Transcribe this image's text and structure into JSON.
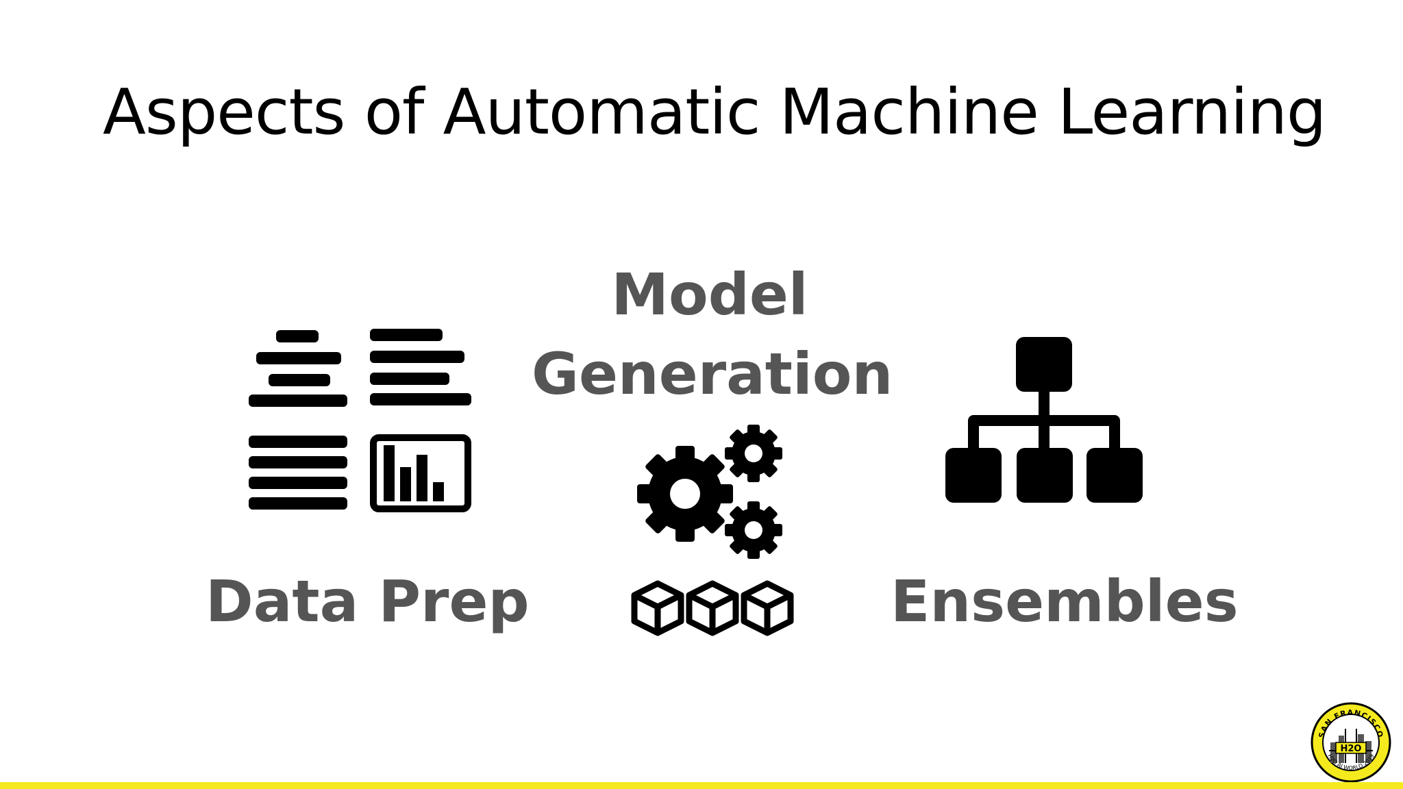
{
  "slide": {
    "title": "Aspects of Automatic Machine Learning",
    "items": [
      {
        "label": "Data Prep",
        "icon": "data-table-chart-icon"
      },
      {
        "label": "Model Generation",
        "icon": "gears-cubes-icon"
      },
      {
        "label": "Ensembles",
        "icon": "hierarchy-tree-icon"
      }
    ]
  },
  "badge": {
    "icon": "h2o-ai-world-san-francisco-logo",
    "top_text": "SAN FRANCISCO",
    "center_text": "H2O",
    "bottom_text": "H2O AI WORLD 2019"
  },
  "colors": {
    "title": "#000000",
    "label": "#555555",
    "icon": "#000000",
    "accent_bar": "#f4ea1d"
  }
}
